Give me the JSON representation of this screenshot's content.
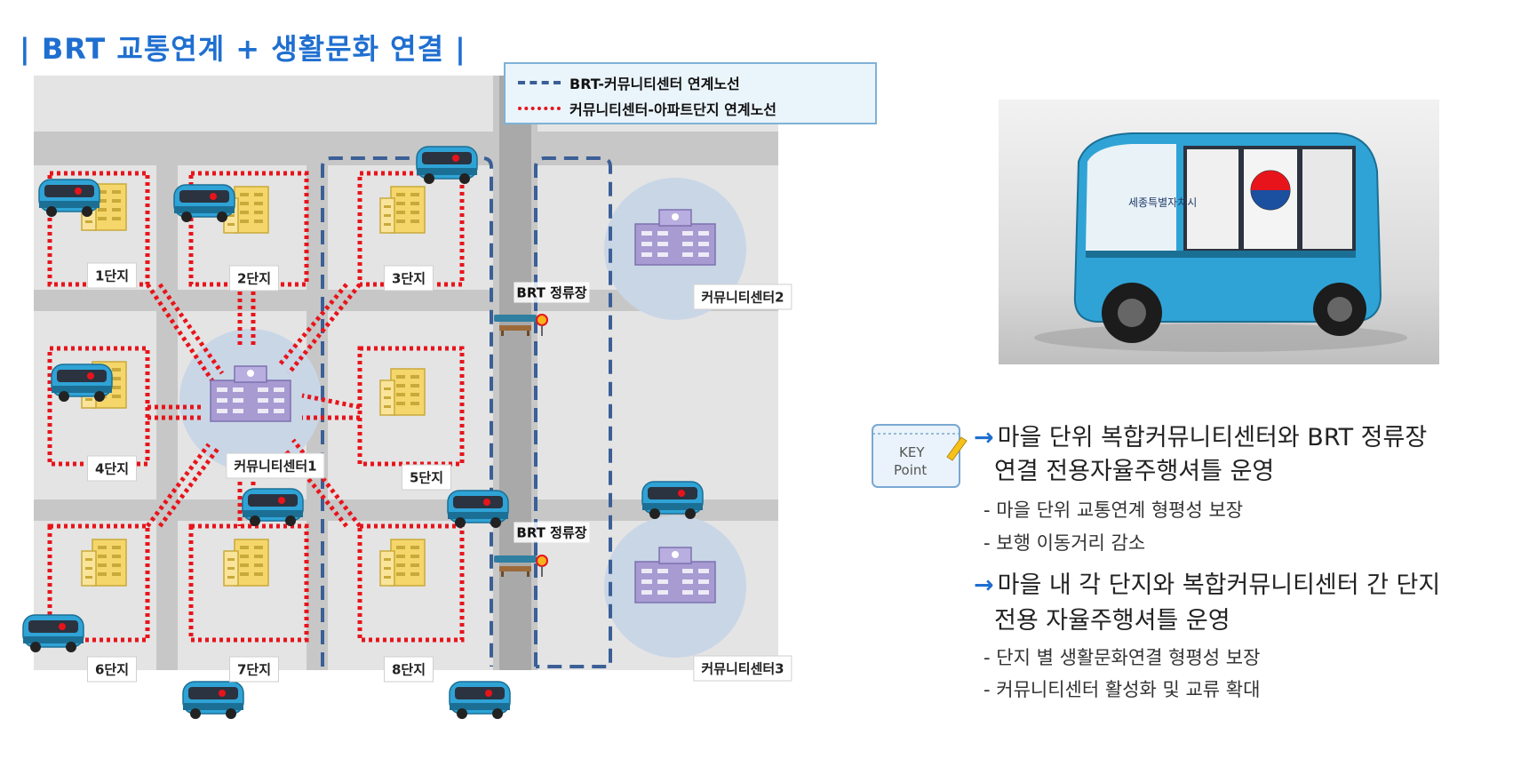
{
  "title": "| BRT 교통연계 + 생활문화 연결 |",
  "legend": {
    "brt_line": "BRT-커뮤니티센터 연계노선",
    "apt_line": "커뮤니티센터-아파트단지 연계노선"
  },
  "complexes": [
    "1단지",
    "2단지",
    "3단지",
    "4단지",
    "5단지",
    "6단지",
    "7단지",
    "8단지"
  ],
  "community_centers": [
    "커뮤니티센터1",
    "커뮤니티센터2",
    "커뮤니티센터3"
  ],
  "brt_stops": [
    "BRT 정류장",
    "BRT 정류장"
  ],
  "key_point": {
    "badge_line1": "KEY",
    "badge_line2": "Point",
    "point1_line1": "마을 단위 복합커뮤니티센터와 BRT 정류장",
    "point1_line2": "연결 전용자율주행셔틀 운영",
    "point1_sub1": "- 마을 단위 교통연계 형평성 보장",
    "point1_sub2": "- 보행 이동거리 감소",
    "point2_line1": "마을 내 각 단지와 복합커뮤니티센터 간 단지",
    "point2_line2": "전용 자율주행셔틀 운영",
    "point2_sub1": "- 단지 별 생활문화연결 형평성 보장",
    "point2_sub2": "- 커뮤니티센터 활성화 및 교류 확대",
    "arrow": "→"
  },
  "photo": {
    "van_lettering": "세종특별자치시"
  },
  "colors": {
    "title": "#1f6fd0",
    "blue_route": "#3b5f96",
    "red_route": "#e8141b",
    "map_bg": "#e4e4e4",
    "road": "#c7c7c7",
    "center_circle": "#c9d6e6",
    "building": "#f5d66a",
    "center_building": "#a79bd2",
    "shuttle": "#2fa3d6"
  }
}
